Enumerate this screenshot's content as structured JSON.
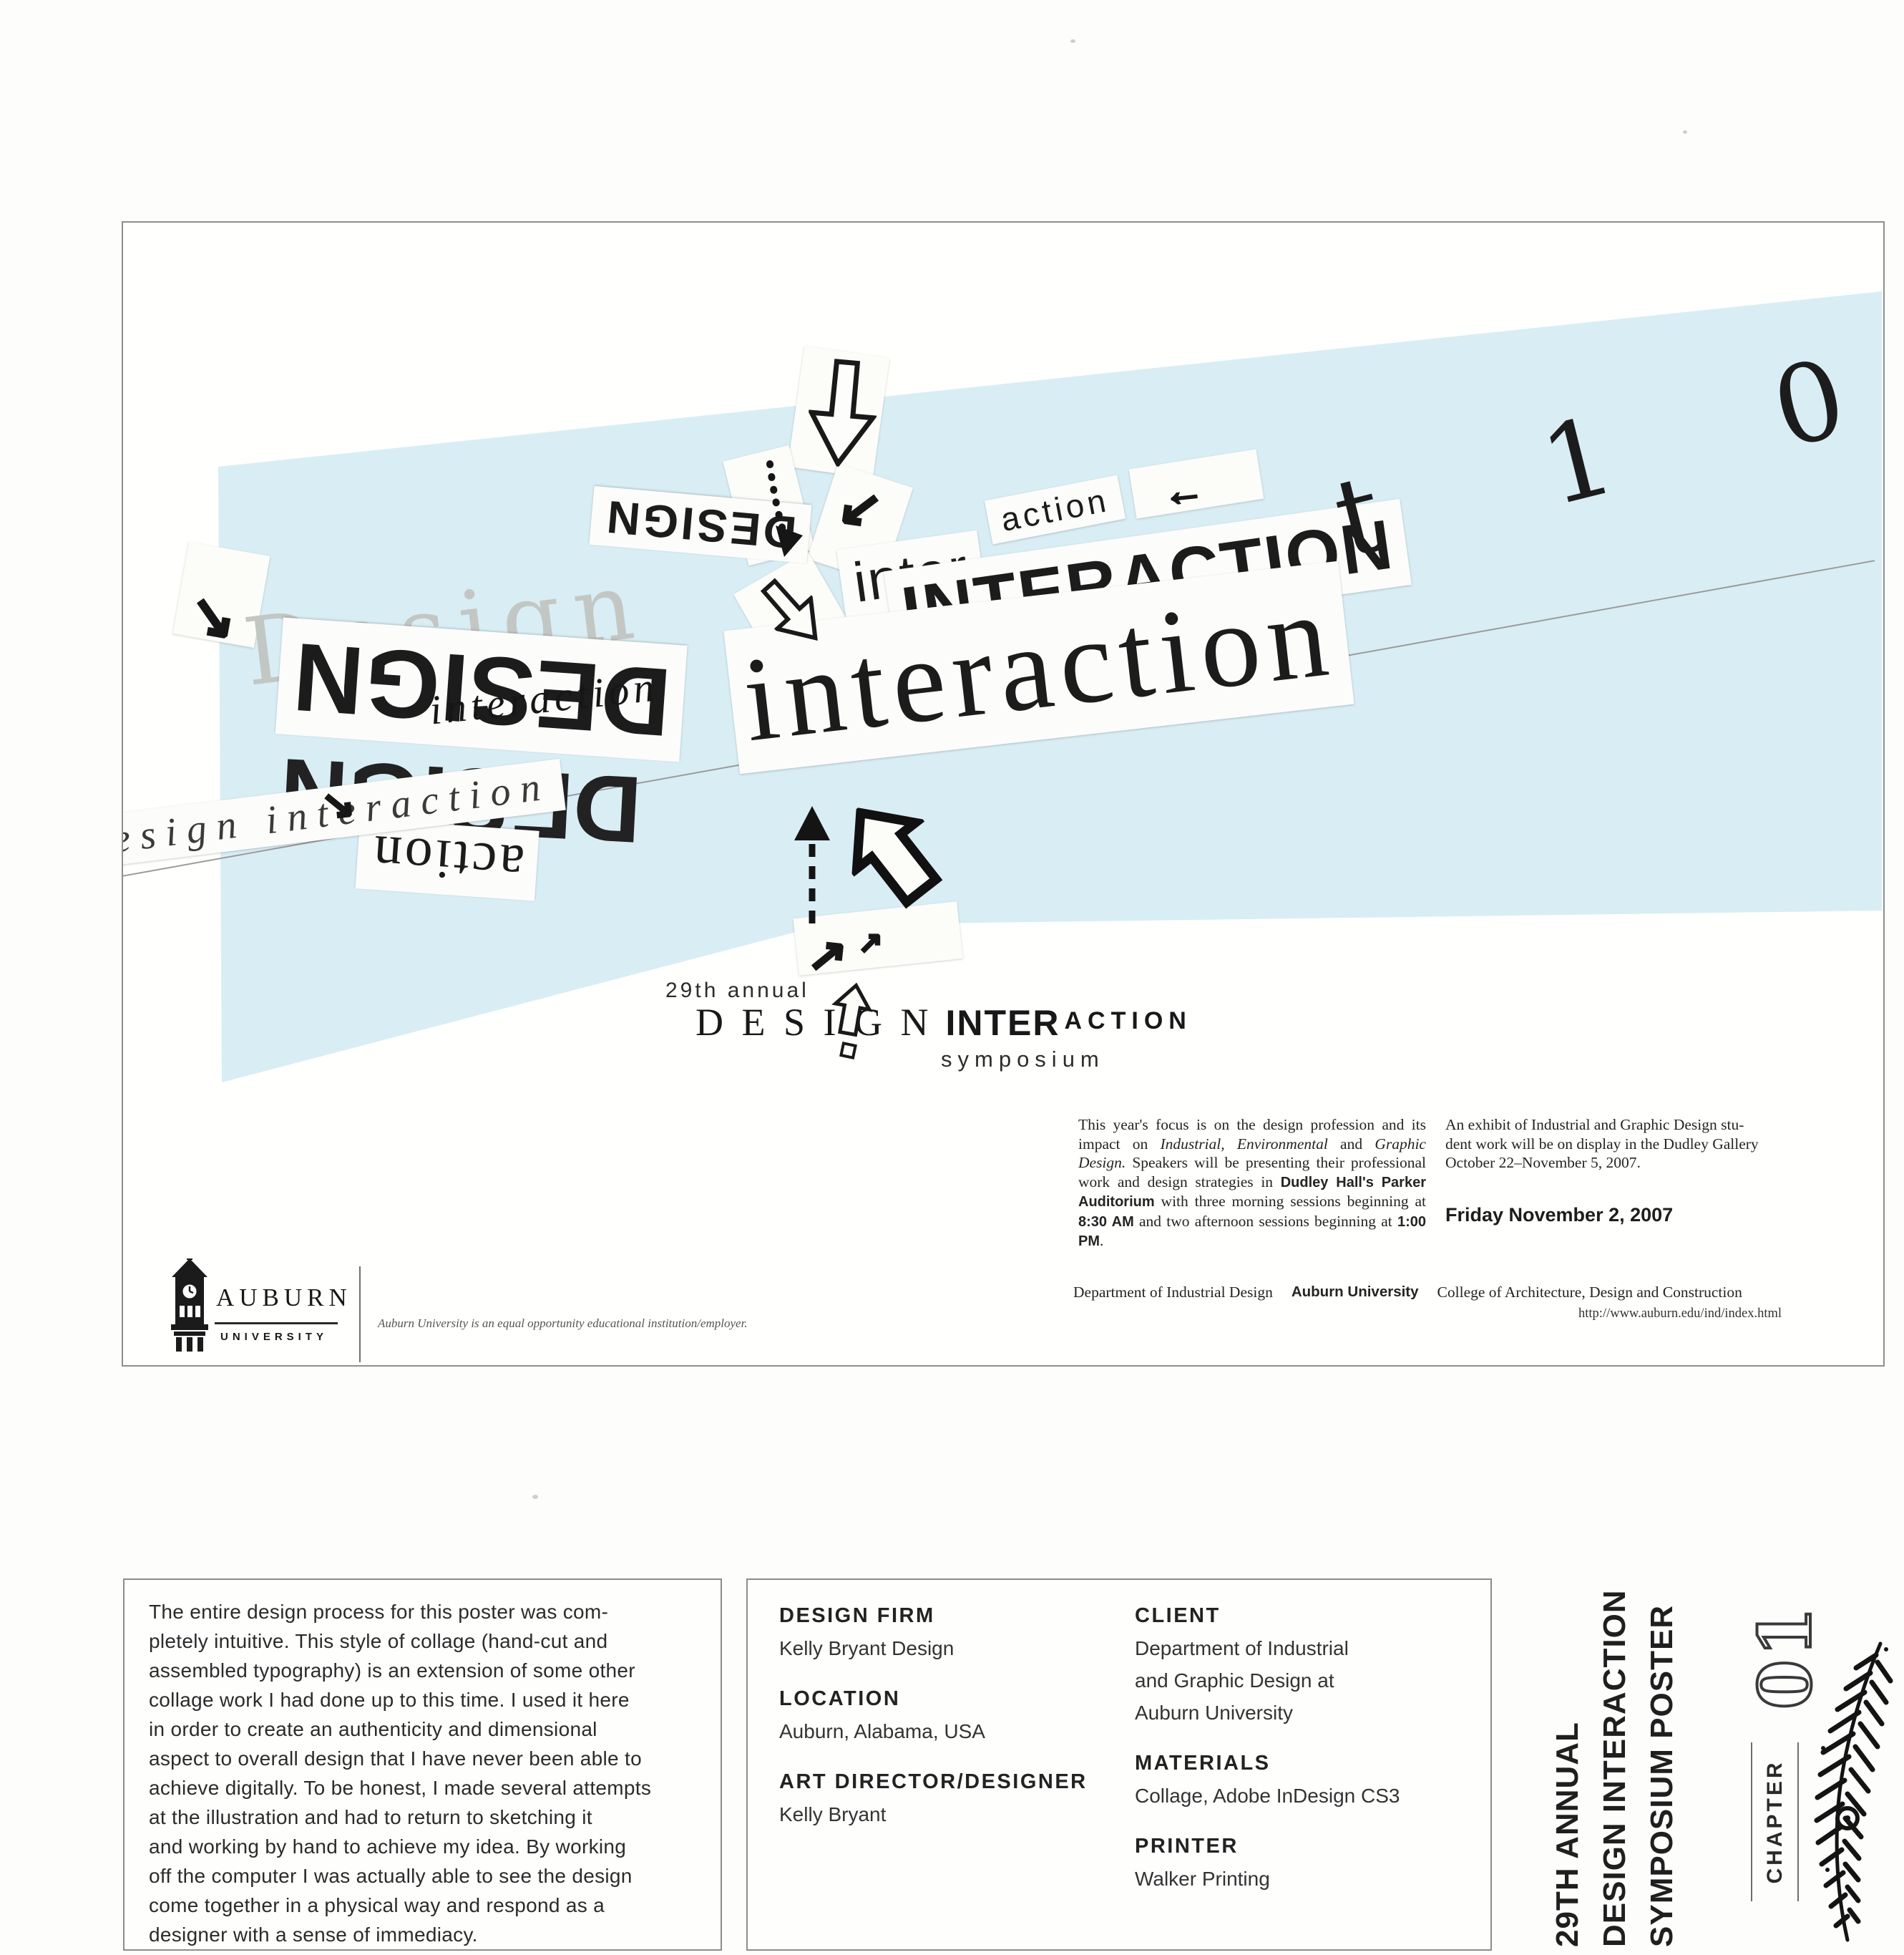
{
  "poster": {
    "collage": {
      "bg_color": "#d9edf4",
      "strips": {
        "ghost_design": "Design",
        "design_flipped_small": "DESIGN",
        "inter": "inter",
        "action_small": "action",
        "interaction_bold": "INTERACTION",
        "t1on": "t 1 0 n",
        "design_flipped_big": "DESIGN",
        "interaction_script": "interaction",
        "interaction_serif": "interaction",
        "design_flipped_cut": "DESIGN",
        "action_flipped": "action",
        "italic_strip": "design interaction"
      }
    },
    "title": {
      "annual": "29th annual",
      "design": "D E S I G N",
      "inter": "INTER",
      "action": "ACTION",
      "symposium": "symposium"
    },
    "columns": {
      "paragraph1": [
        {
          "t": "This year's focus is on the design profession and its impact on "
        },
        {
          "t": "Industrial, Environmental",
          "i": true
        },
        {
          "t": " and "
        },
        {
          "t": "Graphic Design.",
          "i": true
        },
        {
          "t": " Speakers will be presenting their professional work and design strategies in "
        },
        {
          "t": "Dudley Hall's Parker Auditorium",
          "b": true
        },
        {
          "t": " with three morning sessions beginning at "
        },
        {
          "t": "8:30 AM",
          "b": true
        },
        {
          "t": " and two afternoon sessions beginning at "
        },
        {
          "t": "1:00 PM",
          "b": true
        },
        {
          "t": "."
        }
      ],
      "paragraph2": "An exhibit of Industrial and Graphic Design stu-\ndent work will be on display in the Dudley Gallery\nOctober 22–November 5, 2007.",
      "date": "Friday November 2, 2007"
    },
    "footer": {
      "dept": "Department of Industrial Design",
      "university": "Auburn University",
      "college": "College of Architecture, Design and Construction",
      "url": "http://www.auburn.edu/ind/index.html"
    },
    "logo": {
      "name": "AUBURN",
      "sub": "UNIVERSITY",
      "disclaimer": "Auburn University is an equal opportunity educational institution/employer."
    }
  },
  "commentary": {
    "text": "The entire design process for this poster was com-\npletely intuitive. This style of collage (hand-cut and\nassembled typography) is an extension of some other\ncollage work I had done up to this time. I used it here\nin order to create an authenticity and dimensional\naspect to overall design that I have never been able to\nachieve digitally. To be honest, I made several attempts\nat the illustration and had to return to sketching it\nand working by hand to achieve my idea. By working\noff the computer I was actually able to see the design\ncome together in a physical way and respond as a\ndesigner with a sense of immediacy."
  },
  "credits": {
    "col1": [
      {
        "label": "DESIGN FIRM",
        "value": "Kelly Bryant Design"
      },
      {
        "label": "LOCATION",
        "value": "Auburn, Alabama, USA"
      },
      {
        "label": "ART DIRECTOR/DESIGNER",
        "value": "Kelly Bryant"
      }
    ],
    "col2": [
      {
        "label": "CLIENT",
        "value": "Department of Industrial\nand Graphic Design at\nAuburn University"
      },
      {
        "label": "MATERIALS",
        "value": "Collage, Adobe InDesign CS3"
      },
      {
        "label": "PRINTER",
        "value": "Walker Printing"
      }
    ]
  },
  "sidebar": {
    "title_lines": "29TH ANNUAL\nDESIGN INTERACTION\nSYMPOSIUM POSTER",
    "chapter_label": "CHAPTER",
    "chapter_number": "01"
  }
}
